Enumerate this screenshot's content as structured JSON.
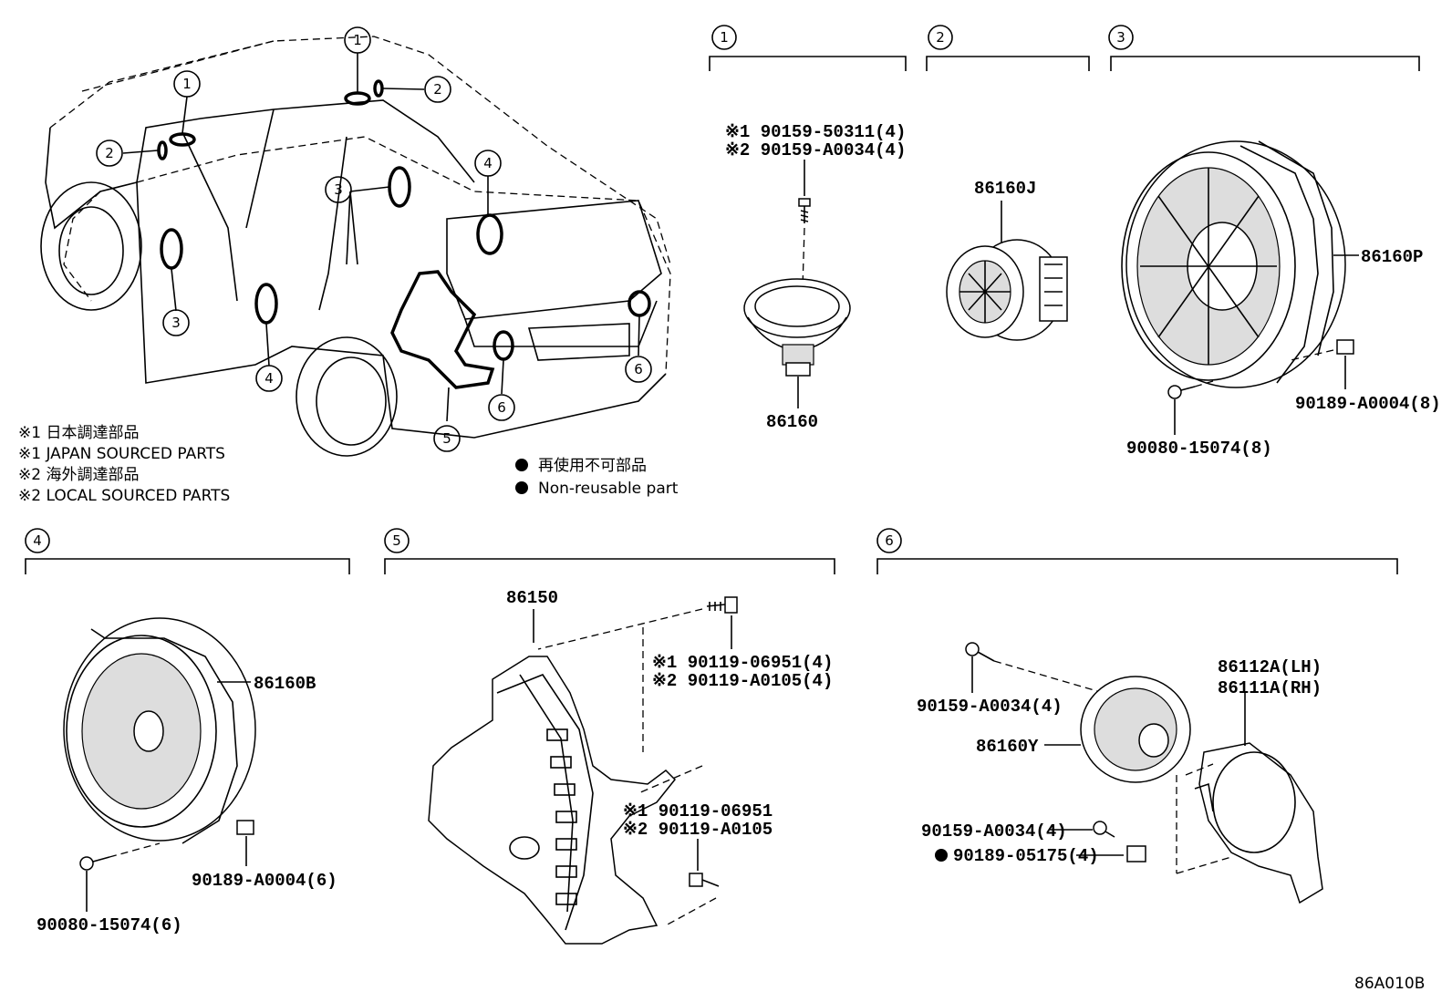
{
  "notes": {
    "n1_jp": "※1 日本調達部品",
    "n1_en": "※1 JAPAN SOURCED PARTS",
    "n2_jp": "※2 海外調達部品",
    "n2_en": "※2 LOCAL SOURCED PARTS",
    "nonreuse_jp": "再使用不可部品",
    "nonreuse_en": "Non-reusable part"
  },
  "car_callouts": [
    "1",
    "1",
    "2",
    "2",
    "3",
    "3",
    "4",
    "4",
    "5",
    "6",
    "6"
  ],
  "sections": {
    "s1": {
      "num": "1",
      "part": "86160",
      "screw1": "※1 90159-50311(4)",
      "screw2": "※2 90159-A0034(4)"
    },
    "s2": {
      "num": "2",
      "part": "86160J"
    },
    "s3": {
      "num": "3",
      "part": "86160P",
      "clip": "90189-A0004(8)",
      "screw": "90080-15074(8)"
    },
    "s4": {
      "num": "4",
      "part": "86160B",
      "clip": "90189-A0004(6)",
      "screw": "90080-15074(6)"
    },
    "s5": {
      "num": "5",
      "part": "86150",
      "bolt1a": "※1 90119-06951(4)",
      "bolt1b": "※2 90119-A0105(4)",
      "bolt2a": "※1 90119-06951",
      "bolt2b": "※2 90119-A0105"
    },
    "s6": {
      "num": "6",
      "part": "86160Y",
      "bracket_lh": "86112A(LH)",
      "bracket_rh": "86111A(RH)",
      "screw_top": "90159-A0034(4)",
      "screw_mid": "90159-A0034(4)",
      "clip": "90189-05175(4)"
    }
  },
  "diagram_code": "86A010B"
}
